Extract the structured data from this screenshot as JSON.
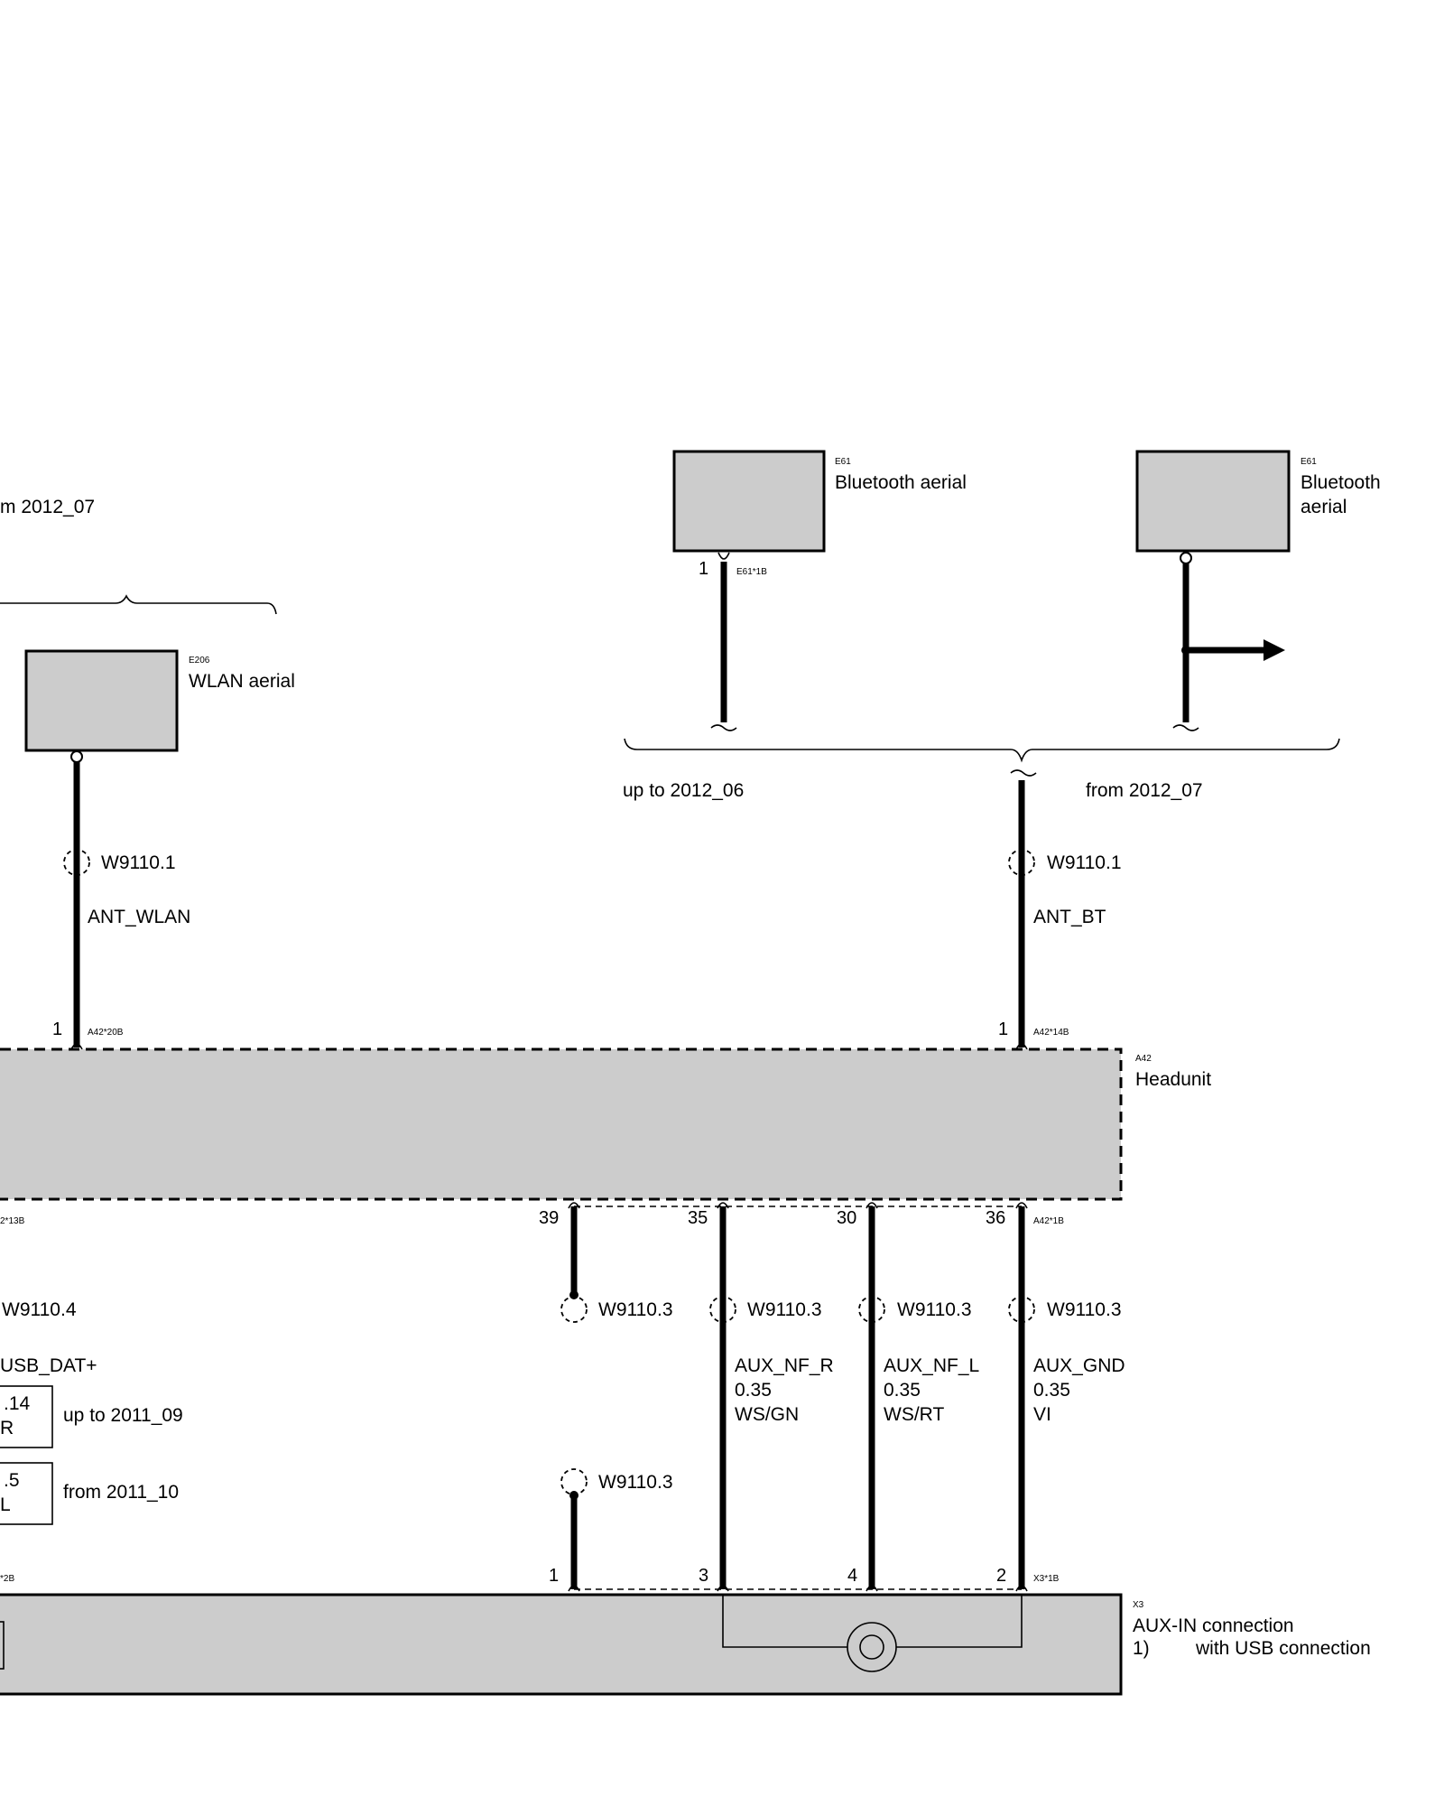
{
  "diagram": {
    "top_left_label": "m 2012_07",
    "components": {
      "e206": {
        "id": "E206",
        "name": "WLAN aerial"
      },
      "e61_a": {
        "id": "E61",
        "name": "Bluetooth aerial",
        "pin": "1",
        "connector": "E61*1B"
      },
      "e61_b": {
        "id": "E61",
        "name_line1": "Bluetooth",
        "name_line2": "aerial"
      },
      "a42": {
        "id": "A42",
        "name": "Headunit"
      },
      "x3": {
        "id": "X3",
        "name": "AUX-IN connection",
        "note_number": "1)",
        "note_text": "with USB connection"
      }
    },
    "variants": {
      "up_to": "up to 2012_06",
      "from": "from 2012_07"
    },
    "wires": {
      "wlan": {
        "harness": "W9110.1",
        "signal": "ANT_WLAN",
        "pin": "1",
        "connector": "A42*20B"
      },
      "bt": {
        "harness": "W9110.1",
        "signal": "ANT_BT",
        "pin": "1",
        "connector": "A42*14B"
      },
      "left_bottom": {
        "connector_top": "2*13B",
        "harness": "W9110.4",
        "signal": "USB_DAT+",
        "connector_bottom": "*2B"
      },
      "w39": {
        "pin_top": "39",
        "harness": "W9110.3",
        "harness2": "W9110.3",
        "pin_bottom": "1"
      },
      "w35": {
        "pin_top": "35",
        "harness": "W9110.3",
        "signal": "AUX_NF_R",
        "size": "0.35",
        "color": "WS/GN",
        "pin_bottom": "3"
      },
      "w30": {
        "pin_top": "30",
        "harness": "W9110.3",
        "signal": "AUX_NF_L",
        "size": "0.35",
        "color": "WS/RT",
        "pin_bottom": "4"
      },
      "w36": {
        "pin_top": "36",
        "connector_top": "A42*1B",
        "harness": "W9110.3",
        "signal": "AUX_GND",
        "size": "0.35",
        "color": "VI",
        "pin_bottom": "2",
        "connector_bottom": "X3*1B"
      }
    },
    "left_options": [
      {
        "line1": ".14",
        "line2": "R",
        "label": "up to 2011_09"
      },
      {
        "line1": ".5",
        "line2": "L",
        "label": "from 2011_10"
      }
    ]
  }
}
